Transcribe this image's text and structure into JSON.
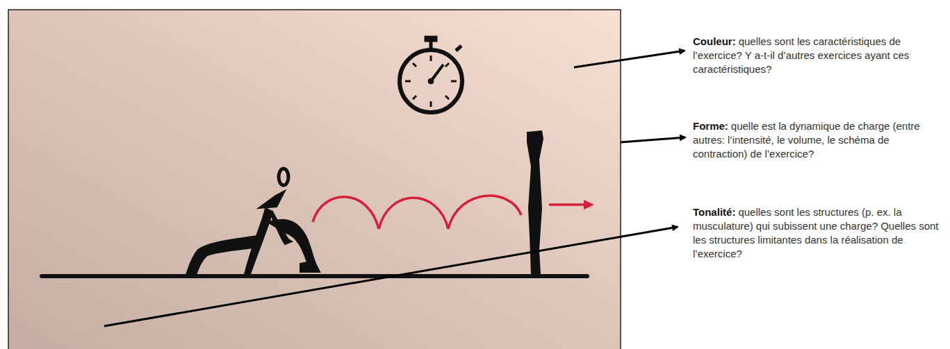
{
  "diagram": {
    "labels": [
      "Couleur:",
      "quelles sont les caractéristiques de l’exercice? Y a-t-il d’autres exercices ayant ces caractéristiques?",
      "Forme:",
      "quelle est la dynamique de charge (entre autres: l’intensité, le volume, le schéma de contraction) de l’exercice?",
      "Tonalité:",
      "quelles sont les structures (p. ex. la musculature) qui subissent une charge? Quelles sont les structures limitantes dans la réalisation de l’exercice?"
    ]
  }
}
